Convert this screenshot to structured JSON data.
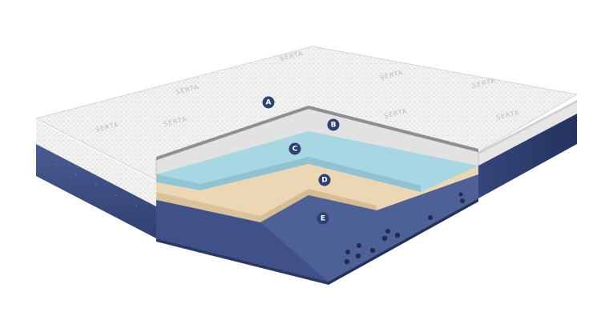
{
  "image": {
    "subject": "mattress-cutaway",
    "layers": [
      {
        "key": "A",
        "label": "A",
        "color": "#f1f1f0"
      },
      {
        "key": "B",
        "label": "B",
        "color": "#e2e2e2"
      },
      {
        "key": "C",
        "label": "C",
        "color": "#a7d7e3"
      },
      {
        "key": "D",
        "label": "D",
        "color": "#ecd7b4"
      },
      {
        "key": "E",
        "label": "E",
        "color": "#4c5f93"
      }
    ],
    "colors": {
      "badge": "#2e4176",
      "base_side": "#3d4f85",
      "base_side_dark": "#2f3f70",
      "cover_knit": "#f4f4f3"
    },
    "cover_text": [
      "SERTA",
      "SERTA",
      "SERTA",
      "SERTA",
      "SERTA",
      "SERTA",
      "SERTA",
      "SERTA"
    ]
  }
}
